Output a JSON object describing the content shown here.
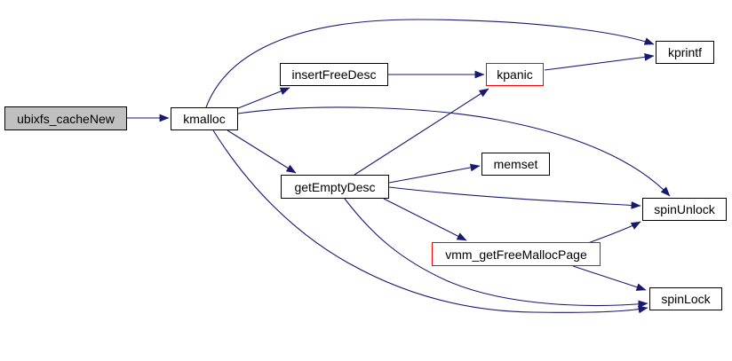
{
  "diagram": {
    "type": "doxygen-call-graph",
    "root_function": "ubixfs_cacheNew"
  },
  "colors": {
    "edge": "#191970",
    "node_border": "#000000",
    "highlight_border": "#ff0000",
    "root_fill": "#c0c0c0",
    "node_fill": "#ffffff",
    "background": "#ffffff",
    "text": "#000000"
  },
  "graph": {
    "nodes": [
      {
        "id": "ubixfs_cacheNew",
        "label": "ubixfs_cacheNew",
        "style": "root"
      },
      {
        "id": "kmalloc",
        "label": "kmalloc",
        "style": "normal"
      },
      {
        "id": "insertFreeDesc",
        "label": "insertFreeDesc",
        "style": "normal"
      },
      {
        "id": "kpanic",
        "label": "kpanic",
        "style": "highlight"
      },
      {
        "id": "kprintf",
        "label": "kprintf",
        "style": "normal"
      },
      {
        "id": "memset",
        "label": "memset",
        "style": "normal"
      },
      {
        "id": "getEmptyDesc",
        "label": "getEmptyDesc",
        "style": "normal"
      },
      {
        "id": "spinUnlock",
        "label": "spinUnlock",
        "style": "normal"
      },
      {
        "id": "vmm_getFreeMallocPage",
        "label": "vmm_getFreeMallocPage",
        "style": "highlight"
      },
      {
        "id": "spinLock",
        "label": "spinLock",
        "style": "normal"
      }
    ],
    "edges": [
      {
        "from": "ubixfs_cacheNew",
        "to": "kmalloc"
      },
      {
        "from": "kmalloc",
        "to": "kprintf"
      },
      {
        "from": "kmalloc",
        "to": "insertFreeDesc"
      },
      {
        "from": "kmalloc",
        "to": "spinUnlock"
      },
      {
        "from": "kmalloc",
        "to": "getEmptyDesc"
      },
      {
        "from": "kmalloc",
        "to": "spinLock"
      },
      {
        "from": "insertFreeDesc",
        "to": "kpanic"
      },
      {
        "from": "kpanic",
        "to": "kprintf"
      },
      {
        "from": "getEmptyDesc",
        "to": "kpanic"
      },
      {
        "from": "getEmptyDesc",
        "to": "memset"
      },
      {
        "from": "getEmptyDesc",
        "to": "spinUnlock"
      },
      {
        "from": "getEmptyDesc",
        "to": "vmm_getFreeMallocPage"
      },
      {
        "from": "getEmptyDesc",
        "to": "spinLock"
      },
      {
        "from": "vmm_getFreeMallocPage",
        "to": "spinUnlock"
      },
      {
        "from": "vmm_getFreeMallocPage",
        "to": "spinLock"
      }
    ]
  }
}
